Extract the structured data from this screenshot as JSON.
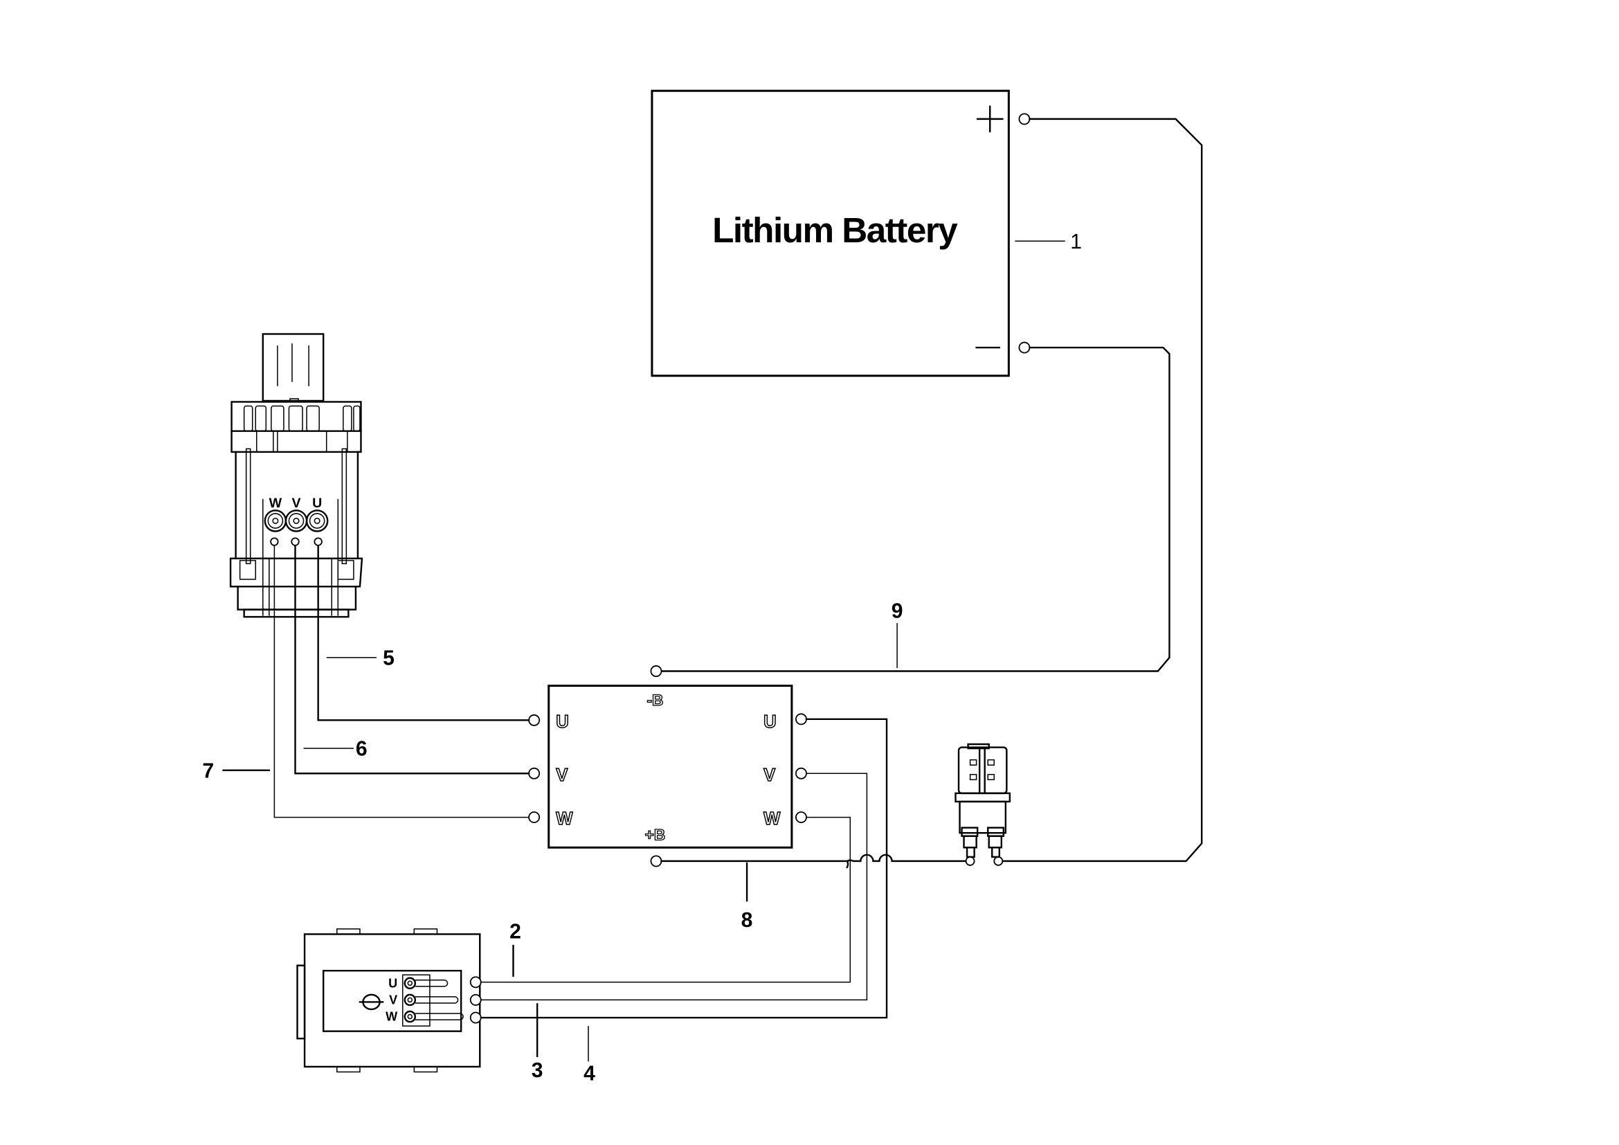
{
  "diagram": {
    "title": "Lithium Battery wiring diagram",
    "battery": {
      "label": "Lithium Battery",
      "positive_symbol": "+",
      "negative_symbol": "—"
    },
    "controller": {
      "left_pins": [
        "U",
        "V",
        "W"
      ],
      "right_pins": [
        "U",
        "V",
        "W"
      ],
      "top_pin": "-B",
      "bottom_pin": "+B"
    },
    "motor": {
      "pins": [
        "W",
        "V",
        "U"
      ]
    },
    "small_unit": {
      "pins": [
        "U",
        "V",
        "W"
      ]
    },
    "callouts": [
      {
        "id": "1",
        "refers_to": "lithium battery"
      },
      {
        "id": "2",
        "refers_to": "wire U (small unit)"
      },
      {
        "id": "3",
        "refers_to": "wire V (small unit)"
      },
      {
        "id": "4",
        "refers_to": "wire W (small unit)"
      },
      {
        "id": "5",
        "refers_to": "motor wire U"
      },
      {
        "id": "6",
        "refers_to": "motor wire V"
      },
      {
        "id": "7",
        "refers_to": "motor wire W"
      },
      {
        "id": "8",
        "refers_to": "+B wire to switch"
      },
      {
        "id": "9",
        "refers_to": "-B wire to battery negative"
      }
    ],
    "icons": {
      "battery": "battery-box",
      "motor": "motor-drawing",
      "controller": "controller-box",
      "switch": "switch-relay",
      "small_unit": "terminal-unit"
    }
  }
}
